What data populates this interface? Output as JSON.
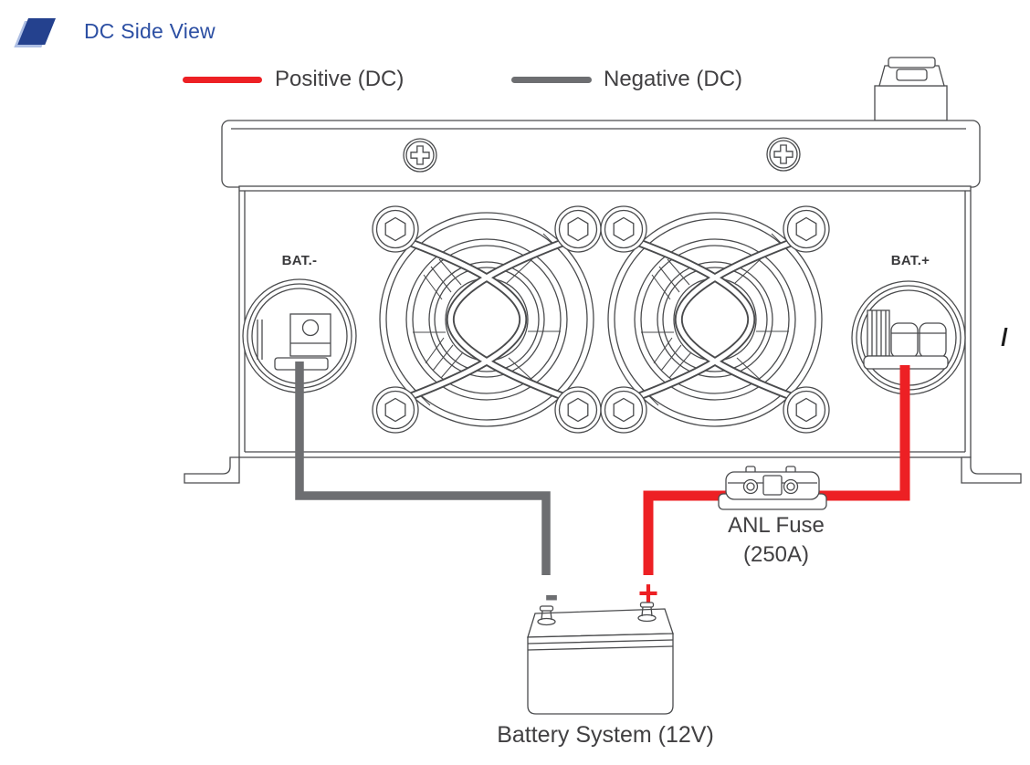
{
  "title": "DC Side View",
  "legend": {
    "positive": {
      "label": "Positive (DC)",
      "color": "#ED2024"
    },
    "negative": {
      "label": "Negative (DC)",
      "color": "#6D6E71"
    }
  },
  "device": {
    "bat_minus_label": "BAT.-",
    "bat_plus_label": "BAT.+"
  },
  "fuse": {
    "name": "ANL Fuse",
    "rating": "(250A)"
  },
  "battery": {
    "label": "Battery System (12V)",
    "negative_symbol": "-",
    "positive_symbol": "+"
  },
  "annotations": {
    "slash_mark": "/"
  },
  "colors": {
    "accent_blue": "#2C4FA3",
    "icon_blue": "#24418E",
    "positive_red": "#ED2024",
    "negative_gray": "#6D6E71",
    "line_art": "#4A4B4D",
    "text_dark": "#414042"
  }
}
